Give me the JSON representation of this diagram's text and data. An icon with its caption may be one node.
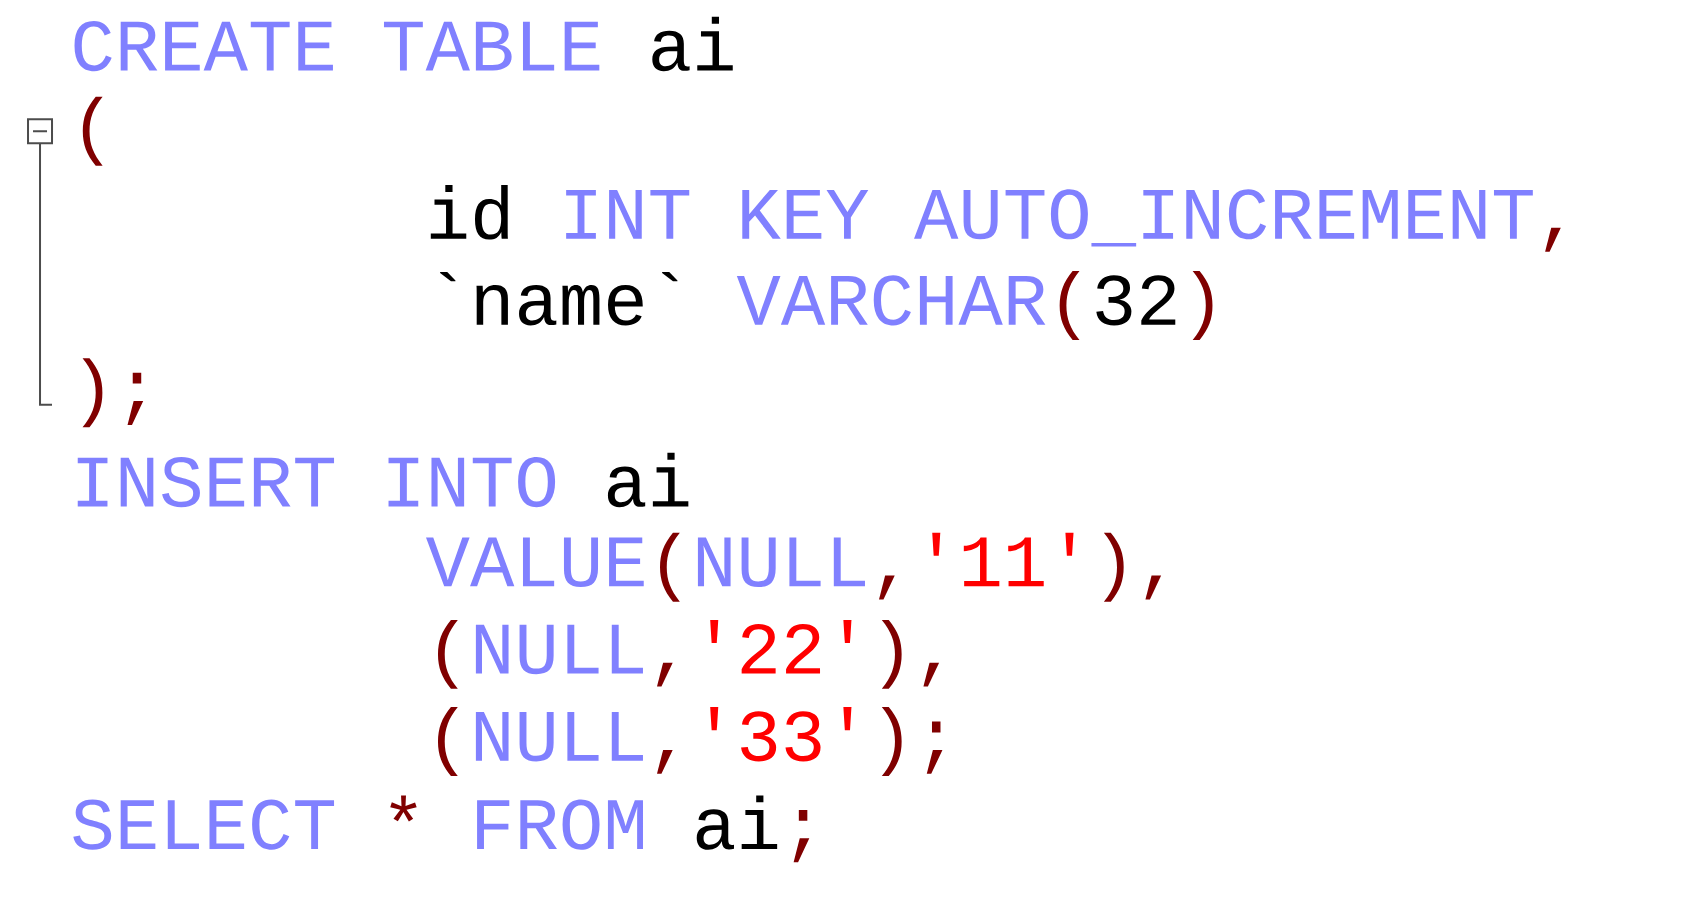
{
  "diagram": {
    "labels": [
      "CREATE TABLE ai",
      "(",
      "id INT KEY AUTO_INCREMENT,",
      "`name` VARCHAR(32)",
      ");",
      "INSERT INTO ai",
      "VALUE(NULL,'11'),",
      "(NULL,'22'),",
      "(NULL,'33');",
      "SELECT * FROM ai;"
    ]
  }
}
